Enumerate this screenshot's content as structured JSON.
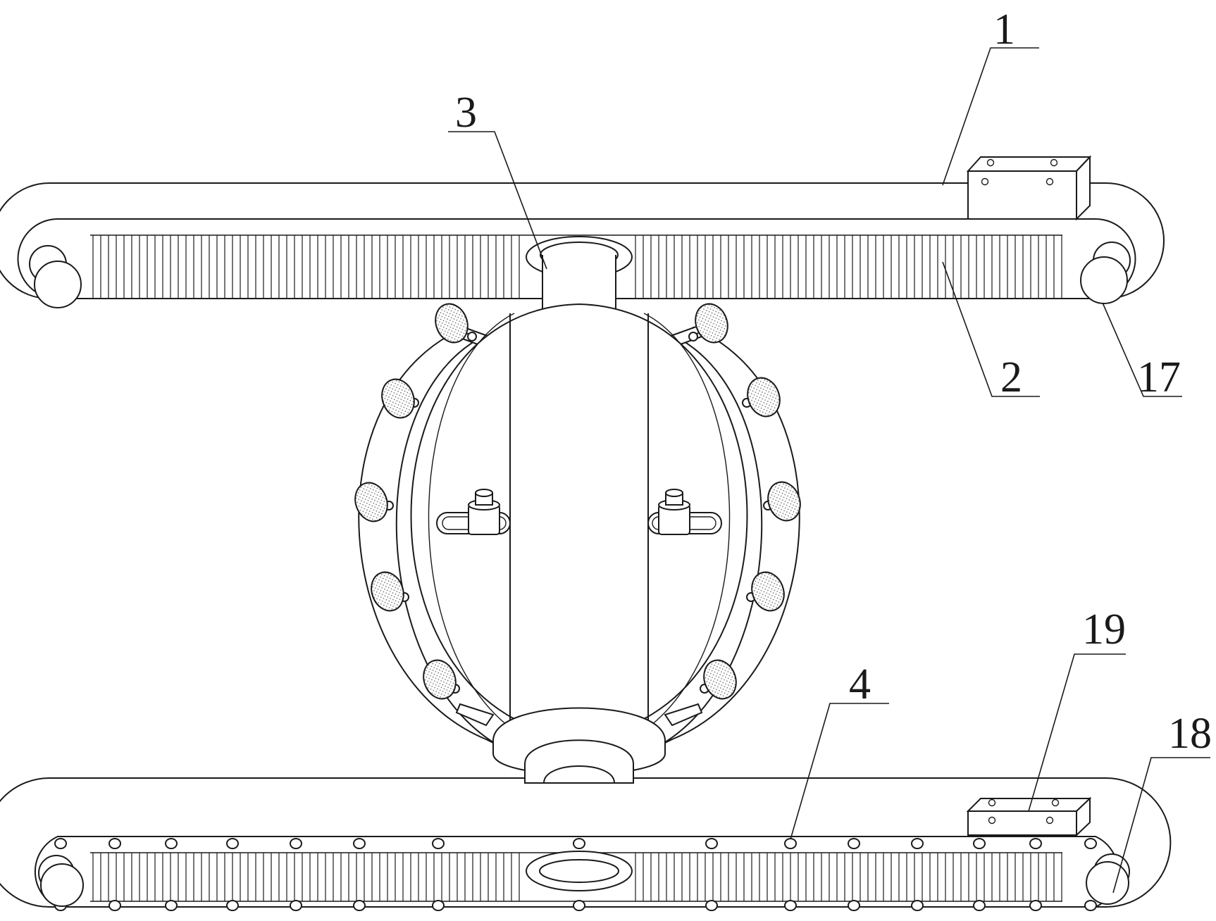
{
  "labels": [
    {
      "id": "1",
      "text": "1"
    },
    {
      "id": "2",
      "text": "2"
    },
    {
      "id": "3",
      "text": "3"
    },
    {
      "id": "4",
      "text": "4"
    },
    {
      "id": "17",
      "text": "17"
    },
    {
      "id": "18",
      "text": "18"
    },
    {
      "id": "19",
      "text": "19"
    }
  ]
}
